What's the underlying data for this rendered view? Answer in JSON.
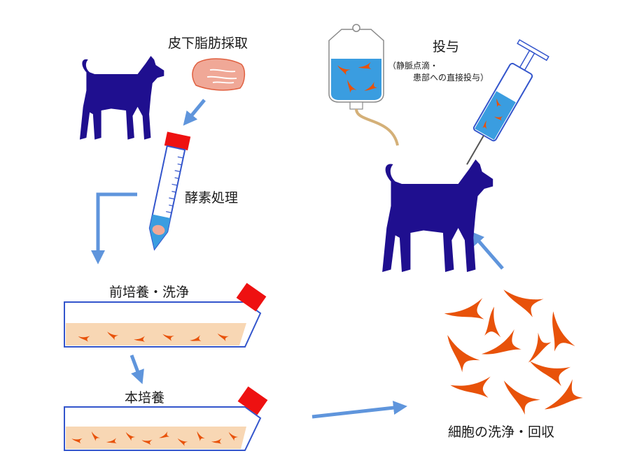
{
  "labels": {
    "fat_harvest": "皮下脂肪採取",
    "enzyme": "酵素処理",
    "preculture": "前培養・洗浄",
    "main_culture": "本培養",
    "wash_collect": "細胞の洗浄・回収",
    "administration": "投与",
    "admin_route_1": "（静脈点滴・",
    "admin_route_2": "患部への直接投与）"
  },
  "colors": {
    "dog": "#1f0f8f",
    "arrow": "#5f95dc",
    "cap": "#ee1111",
    "tube_outline": "#3355cc",
    "medium": "#f8d7b4",
    "cell": "#e8520a",
    "bag_fluid": "#3a9de0",
    "fat": "#f0a897"
  },
  "icons": {
    "dog": "dog-silhouette-icon",
    "fat": "fat-tissue-icon",
    "tube": "centrifuge-tube-icon",
    "flask": "culture-flask-icon",
    "bag": "iv-bag-icon",
    "syringe": "syringe-icon",
    "cells": "stem-cells-icon"
  }
}
